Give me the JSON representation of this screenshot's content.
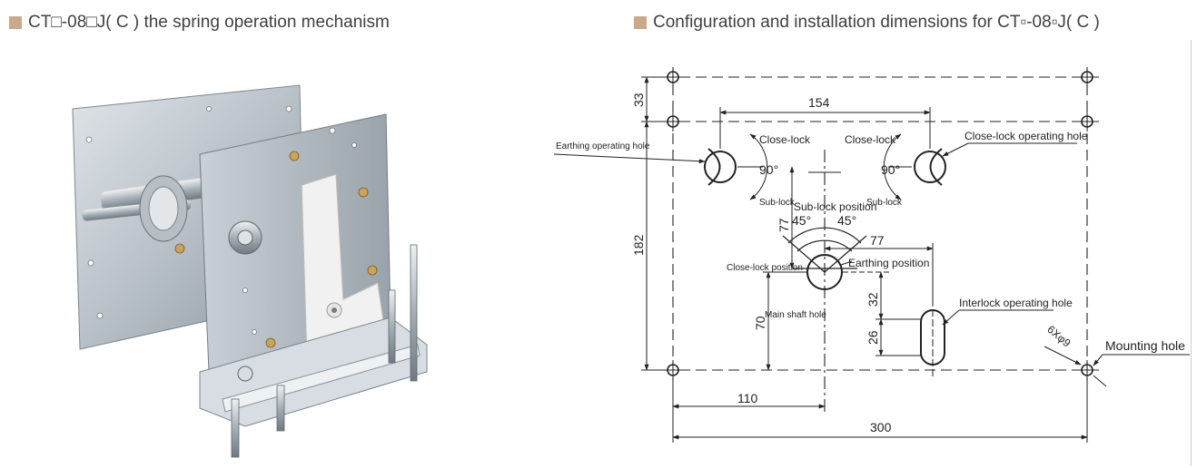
{
  "left_title": "CT□-08□J( C ) the spring operation mechanism",
  "right_title": "Configuration and installation dimensions for CT▫-08▫J( C )",
  "heading_marker_color": "#c8a98a",
  "drawing": {
    "labels": {
      "earthing_operating_hole": "Earthing operating hole",
      "close_lock_left": "Close-lock",
      "close_lock_right": "Close-lock",
      "close_lock_operating_hole": "Close-lock operating hole",
      "angle_left": "90°",
      "angle_right": "90°",
      "sub_lock_left": "Sub-lock",
      "sub_lock_right": "Sub-lock",
      "sub_lock_position": "Sub-lock position",
      "angle_45_left": "45°",
      "angle_45_right": "45°",
      "close_lock_position": "Close-lock position",
      "earthing_position": "Earthing position",
      "main_shaft_hole": "Main shaft hole",
      "interlock_operating_hole": "Interlock operating hole",
      "mounting_hole": "Mounting hole",
      "hole_spec": "6Xφ9"
    },
    "dimensions": {
      "d154": "154",
      "d33": "33",
      "d182": "182",
      "d77_vertical": "77",
      "d77_horizontal": "77",
      "d32": "32",
      "d26": "26",
      "d70": "70",
      "d110": "110",
      "d300": "300"
    }
  }
}
